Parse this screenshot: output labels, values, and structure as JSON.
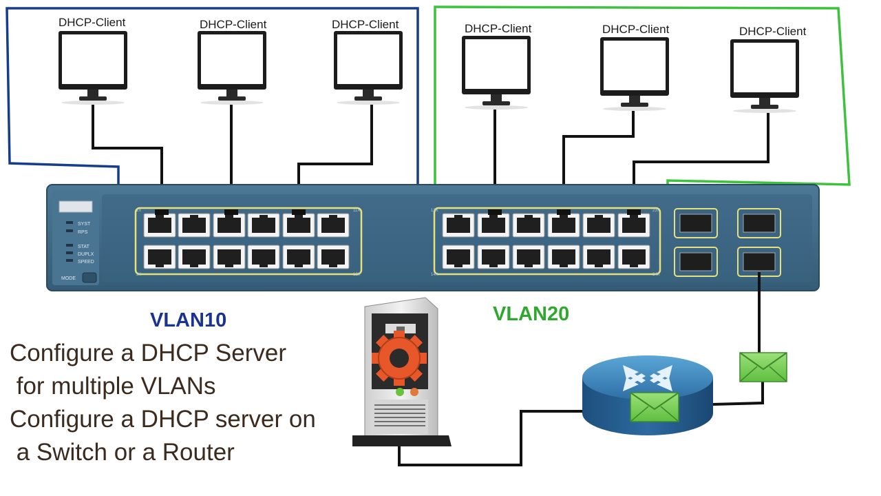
{
  "clients": [
    {
      "label": "DHCP-Client",
      "vlan": "VLAN10"
    },
    {
      "label": "DHCP-Client",
      "vlan": "VLAN10"
    },
    {
      "label": "DHCP-Client",
      "vlan": "VLAN10"
    },
    {
      "label": "DHCP-Client",
      "vlan": "VLAN20"
    },
    {
      "label": "DHCP-Client",
      "vlan": "VLAN20"
    },
    {
      "label": "DHCP-Client",
      "vlan": "VLAN20"
    }
  ],
  "vlans": [
    {
      "label": "VLAN10",
      "color": "#1a3391",
      "border_color": "#163c8c"
    },
    {
      "label": "VLAN20",
      "color": "#2ea82e",
      "border_color": "#3cc23c"
    }
  ],
  "switch": {
    "led_labels": [
      "SYST",
      "RPS",
      "STAT",
      "DUPLX",
      "SPEED"
    ],
    "mode_label": "MODE",
    "port_markers": [
      "1X",
      "11X",
      "2X",
      "12X",
      "13X",
      "23X",
      "14X",
      "24X"
    ],
    "body_color": "#3f6a86",
    "highlight_color": "#e8e07a"
  },
  "caption": {
    "lines": [
      "Configure a DHCP Server",
      " for multiple VLANs",
      "Configure a DHCP server on",
      " a Switch or a Router"
    ]
  },
  "icons": [
    "monitor-icon",
    "server-icon",
    "gear-icon",
    "router-icon",
    "envelope-icon"
  ]
}
